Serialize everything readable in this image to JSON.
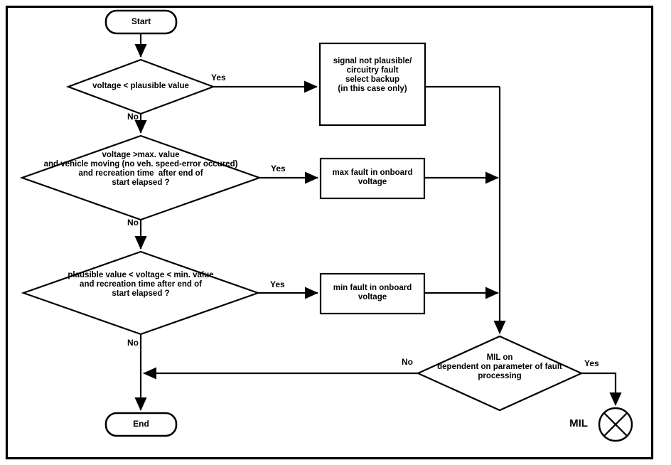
{
  "diagram": {
    "title": "Onboard voltage fault diagnosis flowchart",
    "colors": {
      "stroke": "#000000",
      "fill": "#ffffff",
      "background": "#ffffff"
    },
    "start": {
      "label": "Start"
    },
    "end": {
      "label": "End"
    },
    "decisions": {
      "d1": {
        "text": "voltage < plausible value"
      },
      "d2": {
        "text": "voltage >max. value\nand vehicle moving (no veh. speed-error occured)\nand recreation time  after end of\nstart elapsed ?"
      },
      "d3": {
        "text": "plausible value < voltage < min. value\nand recreation time after end of\nstart elapsed ?"
      },
      "d4": {
        "text": "MIL on\ndependent on parameter of fault\nprocessing"
      }
    },
    "processes": {
      "p1": {
        "text": "signal not plausible/\ncircuitry fault\nselect backup\n(in this case only)"
      },
      "p2": {
        "text": "max fault in onboard\nvoltage"
      },
      "p3": {
        "text": "min fault in onboard\nvoltage"
      }
    },
    "lamp": {
      "label": "MIL",
      "icon": "mil-lamp-circle-cross"
    },
    "edge_labels": {
      "yes1": "Yes",
      "no1": "No",
      "yes2": "Yes",
      "no2": "No",
      "yes3": "Yes",
      "no3": "No",
      "yes4": "Yes",
      "no4": "No"
    }
  }
}
